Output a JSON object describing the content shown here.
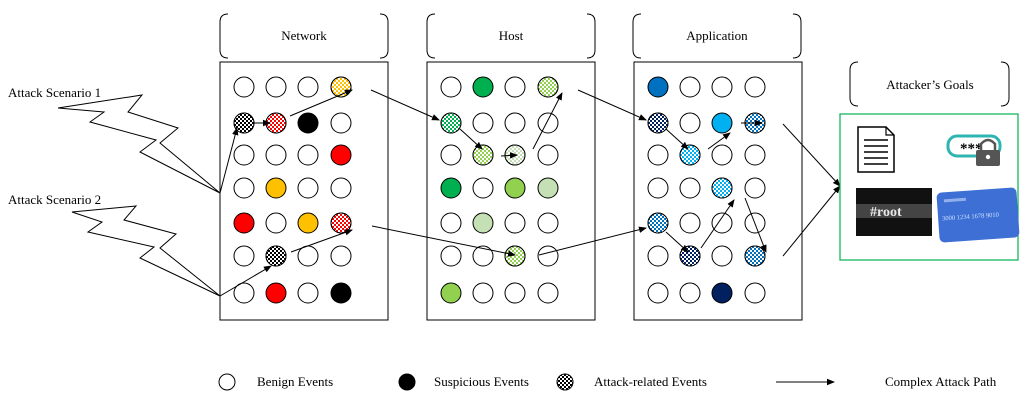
{
  "layers": [
    {
      "key": "network",
      "label": "Network"
    },
    {
      "key": "host",
      "label": "Host"
    },
    {
      "key": "application",
      "label": "Application"
    }
  ],
  "goals": {
    "label": "Attacker’s Goals",
    "items": [
      {
        "key": "document",
        "icon": "document-icon"
      },
      {
        "key": "password",
        "icon": "password-lock-icon",
        "text": "***"
      },
      {
        "key": "root",
        "icon": "root-terminal-icon",
        "text": "#root"
      },
      {
        "key": "credit-card",
        "icon": "credit-card-icon",
        "text": "3000 1234 1678 9010"
      }
    ]
  },
  "scenarios": [
    {
      "key": "scenario-1",
      "label": "Attack Scenario 1"
    },
    {
      "key": "scenario-2",
      "label": "Attack Scenario 2"
    }
  ],
  "legend": [
    {
      "key": "benign",
      "label": "Benign Events",
      "icon": "benign-circle-icon"
    },
    {
      "key": "suspicious",
      "label": "Suspicious Events",
      "icon": "suspicious-circle-icon"
    },
    {
      "key": "attack",
      "label": "Attack-related Events",
      "icon": "attack-circle-icon"
    },
    {
      "key": "path",
      "label": "Complex Attack Path",
      "icon": "arrow-icon"
    }
  ],
  "colors": {
    "suspicious": "#000000",
    "network_red": "#ff0000",
    "network_yellow": "#ffc000",
    "host_green": "#00b050",
    "host_mid_green": "#92d050",
    "host_light_green": "#c5e0b4",
    "app_blue": "#0070c0",
    "app_light_blue": "#00b0f0",
    "app_navy": "#002060",
    "goals_border": "#00b050"
  },
  "grids": {
    "network": [
      [
        "benign",
        "benign",
        "benign",
        "attack:network_yellow"
      ],
      [
        "attack:suspicious",
        "attack:network_red",
        "suspicious",
        "benign"
      ],
      [
        "benign",
        "benign",
        "benign",
        "network_red"
      ],
      [
        "benign",
        "network_yellow",
        "benign",
        "benign"
      ],
      [
        "network_red",
        "benign",
        "network_yellow",
        "attack:network_red"
      ],
      [
        "benign",
        "attack:suspicious",
        "benign",
        "benign"
      ],
      [
        "benign",
        "network_red",
        "benign",
        "suspicious"
      ]
    ],
    "host": [
      [
        "benign",
        "host_green",
        "benign",
        "attack:host_mid_green"
      ],
      [
        "attack:host_green",
        "benign",
        "benign",
        "benign"
      ],
      [
        "benign",
        "attack:host_mid_green",
        "attack:host_light_green",
        "benign"
      ],
      [
        "host_green",
        "benign",
        "host_mid_green",
        "host_light_green"
      ],
      [
        "benign",
        "host_light_green",
        "benign",
        "benign"
      ],
      [
        "benign",
        "benign",
        "attack:host_mid_green",
        "benign"
      ],
      [
        "host_mid_green",
        "benign",
        "benign",
        "benign"
      ]
    ],
    "application": [
      [
        "app_blue",
        "benign",
        "benign",
        "benign"
      ],
      [
        "attack:app_navy",
        "benign",
        "app_light_blue",
        "attack:app_blue"
      ],
      [
        "benign",
        "attack:app_light_blue",
        "benign",
        "benign"
      ],
      [
        "benign",
        "benign",
        "attack:app_light_blue",
        "benign"
      ],
      [
        "attack:app_blue",
        "benign",
        "benign",
        "benign"
      ],
      [
        "benign",
        "attack:app_navy",
        "benign",
        "attack:app_blue"
      ],
      [
        "benign",
        "benign",
        "app_navy",
        "benign"
      ]
    ]
  }
}
